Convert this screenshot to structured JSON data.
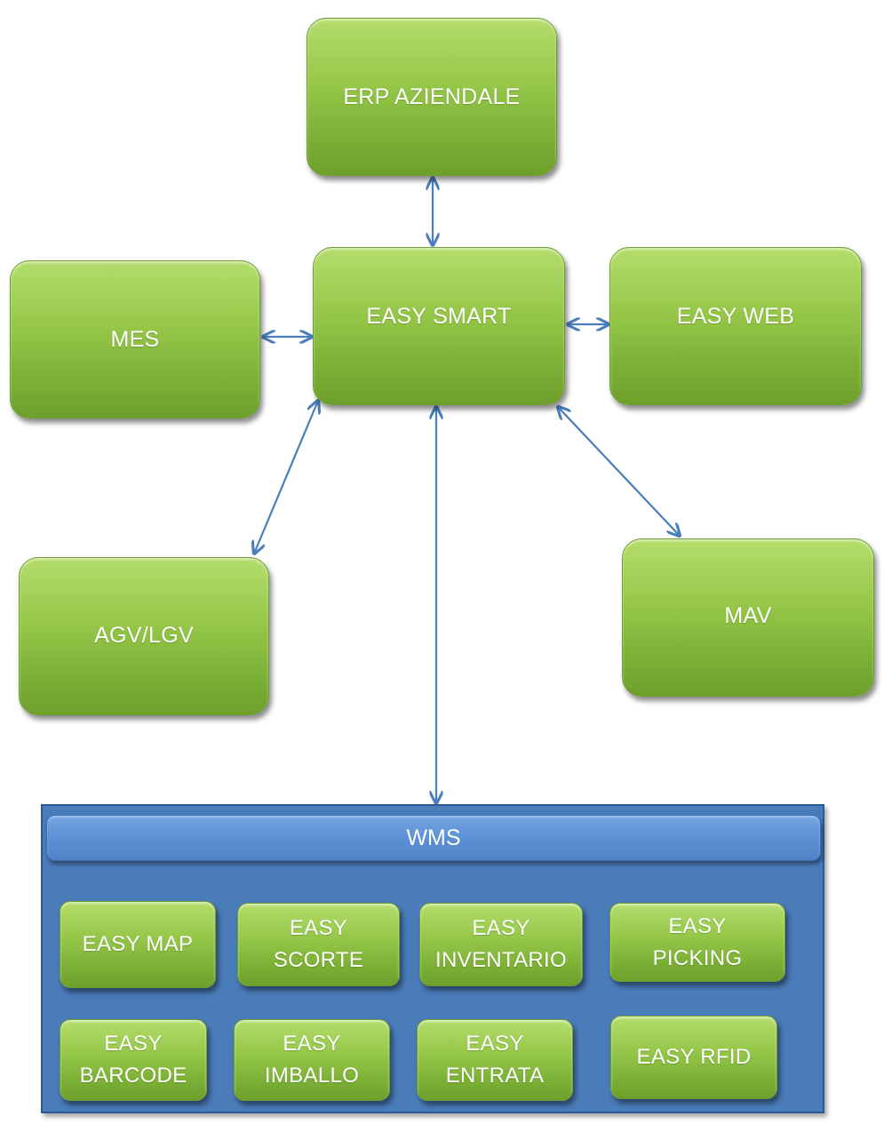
{
  "nodes": {
    "erp": "ERP AZIENDALE",
    "easy_smart": "EASY SMART",
    "mes": "MES",
    "easy_web": "EASY WEB",
    "agv": "AGV/LGV",
    "mav": "MAV"
  },
  "wms": {
    "title": "WMS",
    "modules": [
      "EASY MAP",
      "EASY\nSCORTE",
      "EASY\nINVENTARIO",
      "EASY\nPICKING",
      "EASY\nBARCODE",
      "EASY\nIMBALLO",
      "EASY\nENTRATA",
      "EASY RFID"
    ]
  },
  "colors": {
    "node_green": "#8dc13f",
    "wms_blue": "#4a7cba",
    "arrow_blue": "#4a7ebb"
  }
}
